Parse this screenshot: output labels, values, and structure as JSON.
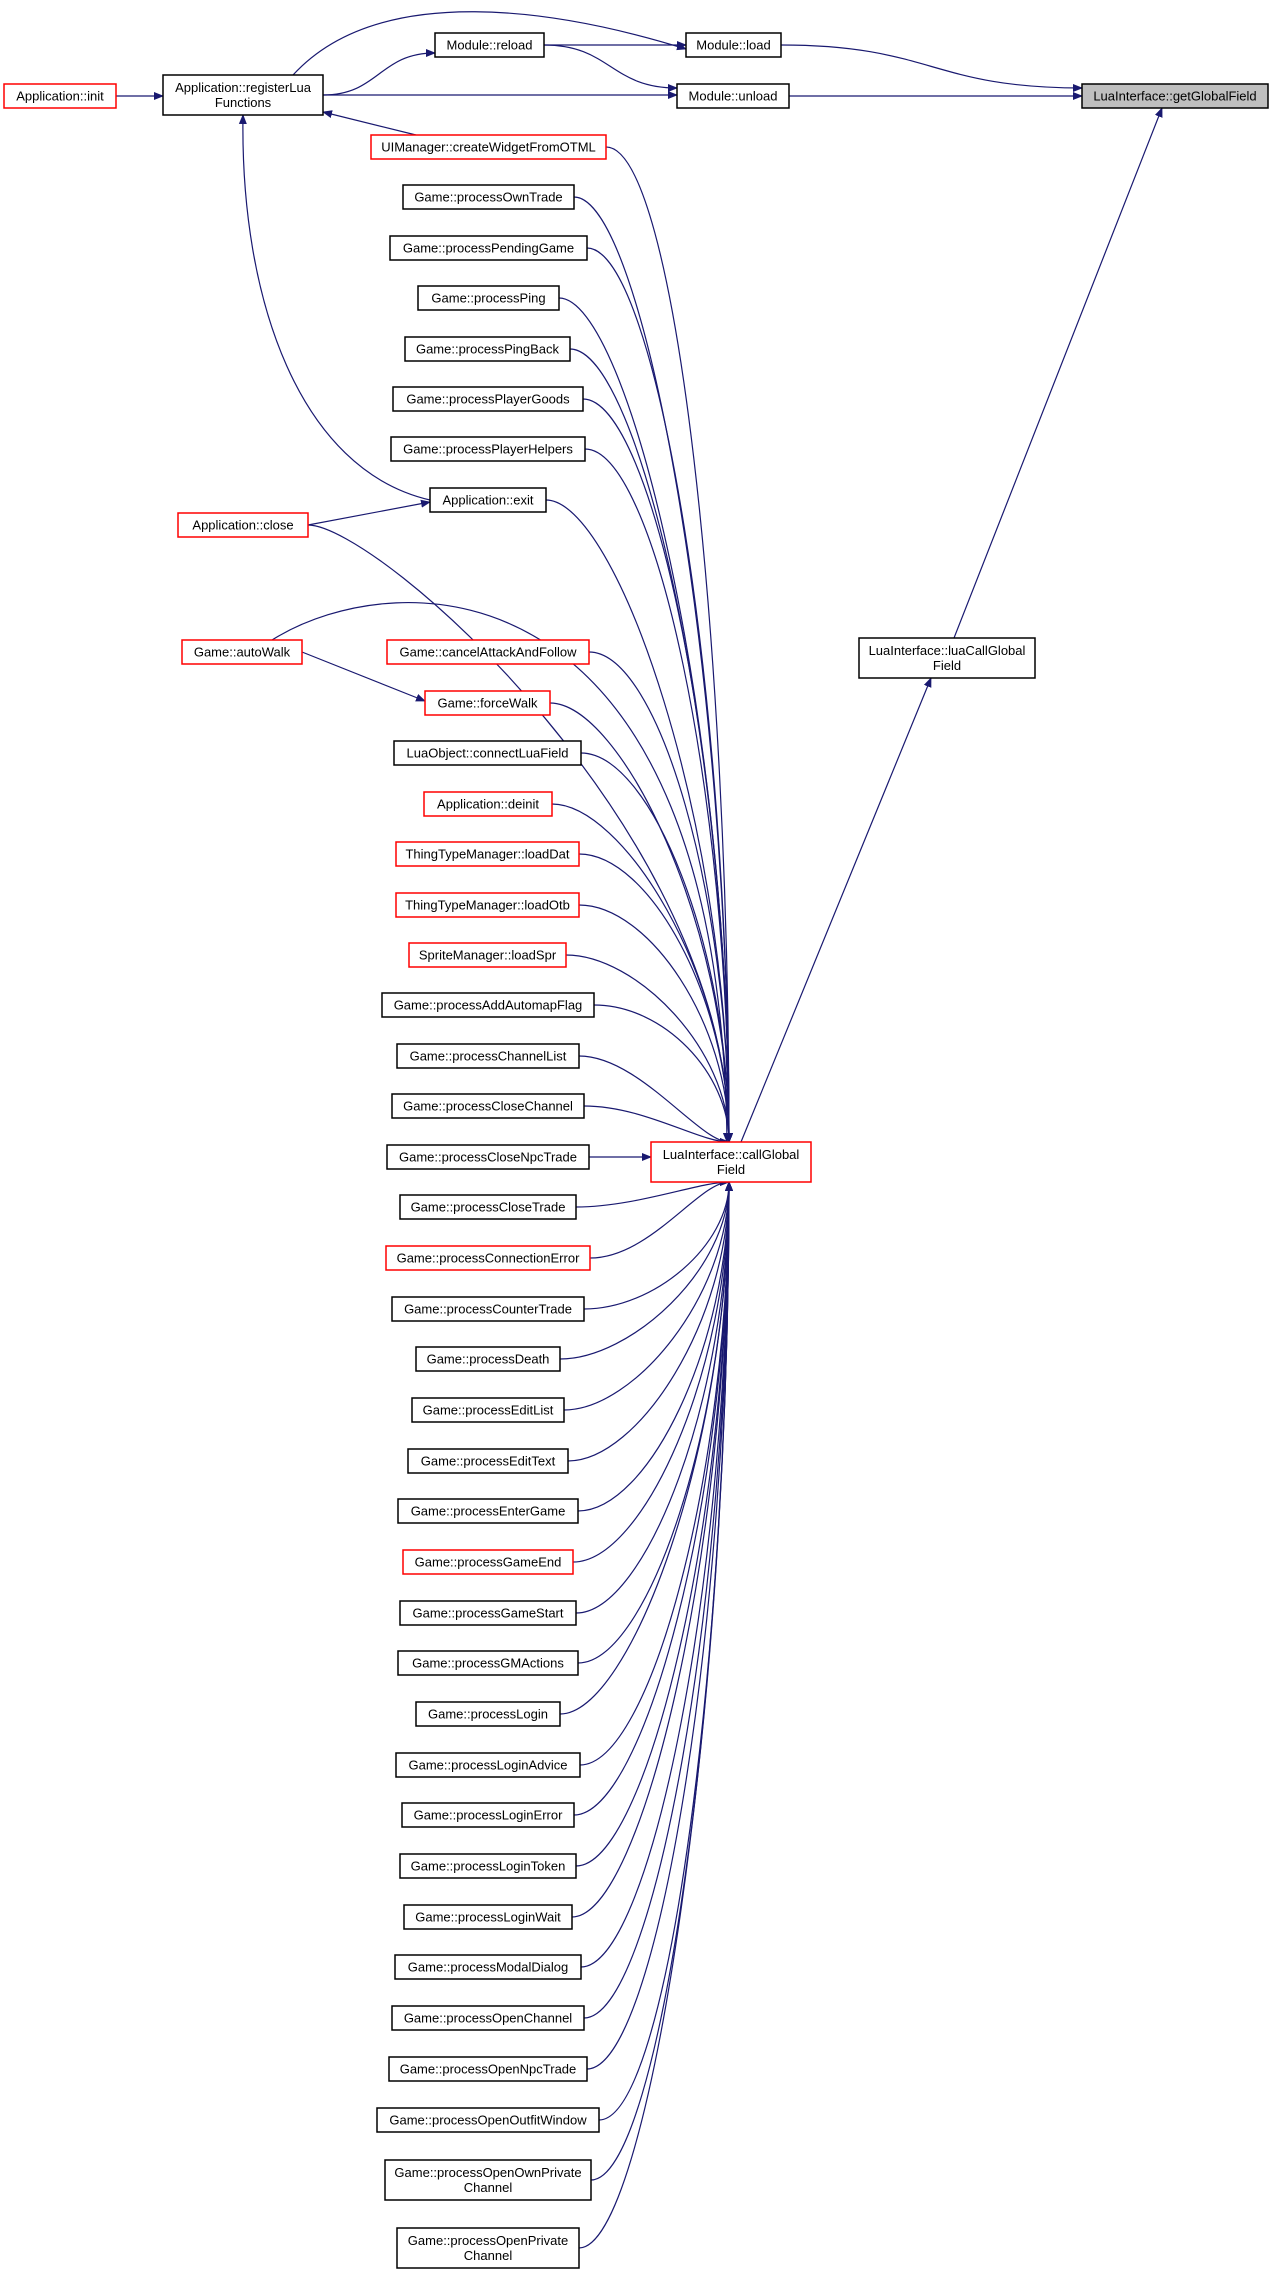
{
  "colors": {
    "edge": "#191970",
    "normal_border": "#000000",
    "truncated_border": "#ff0000",
    "root_fill": "#bfbfbf",
    "fill": "#ffffff"
  },
  "nodes": {
    "getGlobalField": {
      "label": [
        "LuaInterface::getGlobalField"
      ],
      "kind": "root"
    },
    "luaCallGlobal": {
      "label": [
        "LuaInterface::luaCallGlobal",
        "Field"
      ],
      "kind": "normal"
    },
    "callGlobal": {
      "label": [
        "LuaInterface::callGlobal",
        "Field"
      ],
      "kind": "truncated"
    },
    "moduleLoad": {
      "label": [
        "Module::load"
      ],
      "kind": "normal"
    },
    "moduleReload": {
      "label": [
        "Module::reload"
      ],
      "kind": "normal"
    },
    "moduleUnload": {
      "label": [
        "Module::unload"
      ],
      "kind": "normal"
    },
    "appInit": {
      "label": [
        "Application::init"
      ],
      "kind": "truncated"
    },
    "appRegister": {
      "label": [
        "Application::registerLua",
        "Functions"
      ],
      "kind": "normal"
    },
    "uiCreate": {
      "label": [
        "UIManager::createWidgetFromOTML"
      ],
      "kind": "truncated"
    },
    "ownTrade": {
      "label": [
        "Game::processOwnTrade"
      ],
      "kind": "normal"
    },
    "pendingGame": {
      "label": [
        "Game::processPendingGame"
      ],
      "kind": "normal"
    },
    "ping": {
      "label": [
        "Game::processPing"
      ],
      "kind": "normal"
    },
    "pingBack": {
      "label": [
        "Game::processPingBack"
      ],
      "kind": "normal"
    },
    "playerGoods": {
      "label": [
        "Game::processPlayerGoods"
      ],
      "kind": "normal"
    },
    "playerHelpers": {
      "label": [
        "Game::processPlayerHelpers"
      ],
      "kind": "normal"
    },
    "appExit": {
      "label": [
        "Application::exit"
      ],
      "kind": "normal"
    },
    "appClose": {
      "label": [
        "Application::close"
      ],
      "kind": "truncated"
    },
    "autoWalk": {
      "label": [
        "Game::autoWalk"
      ],
      "kind": "truncated"
    },
    "cancelAttack": {
      "label": [
        "Game::cancelAttackAndFollow"
      ],
      "kind": "truncated"
    },
    "forceWalk": {
      "label": [
        "Game::forceWalk"
      ],
      "kind": "truncated"
    },
    "connectLua": {
      "label": [
        "LuaObject::connectLuaField"
      ],
      "kind": "normal"
    },
    "appDeinit": {
      "label": [
        "Application::deinit"
      ],
      "kind": "truncated"
    },
    "loadDat": {
      "label": [
        "ThingTypeManager::loadDat"
      ],
      "kind": "truncated"
    },
    "loadOtb": {
      "label": [
        "ThingTypeManager::loadOtb"
      ],
      "kind": "truncated"
    },
    "loadSpr": {
      "label": [
        "SpriteManager::loadSpr"
      ],
      "kind": "truncated"
    },
    "addAutomap": {
      "label": [
        "Game::processAddAutomapFlag"
      ],
      "kind": "normal"
    },
    "channelList": {
      "label": [
        "Game::processChannelList"
      ],
      "kind": "normal"
    },
    "closeChannel": {
      "label": [
        "Game::processCloseChannel"
      ],
      "kind": "normal"
    },
    "closeNpcTrade": {
      "label": [
        "Game::processCloseNpcTrade"
      ],
      "kind": "normal"
    },
    "closeTrade": {
      "label": [
        "Game::processCloseTrade"
      ],
      "kind": "normal"
    },
    "connError": {
      "label": [
        "Game::processConnectionError"
      ],
      "kind": "truncated"
    },
    "counterTrade": {
      "label": [
        "Game::processCounterTrade"
      ],
      "kind": "normal"
    },
    "death": {
      "label": [
        "Game::processDeath"
      ],
      "kind": "normal"
    },
    "editList": {
      "label": [
        "Game::processEditList"
      ],
      "kind": "normal"
    },
    "editText": {
      "label": [
        "Game::processEditText"
      ],
      "kind": "normal"
    },
    "enterGame": {
      "label": [
        "Game::processEnterGame"
      ],
      "kind": "normal"
    },
    "gameEnd": {
      "label": [
        "Game::processGameEnd"
      ],
      "kind": "truncated"
    },
    "gameStart": {
      "label": [
        "Game::processGameStart"
      ],
      "kind": "normal"
    },
    "gmActions": {
      "label": [
        "Game::processGMActions"
      ],
      "kind": "normal"
    },
    "login": {
      "label": [
        "Game::processLogin"
      ],
      "kind": "normal"
    },
    "loginAdvice": {
      "label": [
        "Game::processLoginAdvice"
      ],
      "kind": "normal"
    },
    "loginError": {
      "label": [
        "Game::processLoginError"
      ],
      "kind": "normal"
    },
    "loginToken": {
      "label": [
        "Game::processLoginToken"
      ],
      "kind": "normal"
    },
    "loginWait": {
      "label": [
        "Game::processLoginWait"
      ],
      "kind": "normal"
    },
    "modalDialog": {
      "label": [
        "Game::processModalDialog"
      ],
      "kind": "normal"
    },
    "openChannel": {
      "label": [
        "Game::processOpenChannel"
      ],
      "kind": "normal"
    },
    "openNpcTrade": {
      "label": [
        "Game::processOpenNpcTrade"
      ],
      "kind": "normal"
    },
    "openOutfit": {
      "label": [
        "Game::processOpenOutfitWindow"
      ],
      "kind": "normal"
    },
    "openOwnPrivate": {
      "label": [
        "Game::processOpenOwnPrivate",
        "Channel"
      ],
      "kind": "normal"
    },
    "openPrivate": {
      "label": [
        "Game::processOpenPrivate",
        "Channel"
      ],
      "kind": "normal"
    }
  },
  "edges": [
    [
      "moduleLoad",
      "getGlobalField"
    ],
    [
      "moduleUnload",
      "getGlobalField"
    ],
    [
      "luaCallGlobal",
      "getGlobalField"
    ],
    [
      "callGlobal",
      "luaCallGlobal"
    ],
    [
      "moduleReload",
      "moduleLoad"
    ],
    [
      "appRegister",
      "moduleLoad"
    ],
    [
      "moduleReload",
      "moduleUnload"
    ],
    [
      "appRegister",
      "moduleUnload"
    ],
    [
      "appRegister",
      "moduleReload"
    ],
    [
      "appInit",
      "appRegister"
    ],
    [
      "uiCreate",
      "appRegister"
    ],
    [
      "appExit",
      "appRegister"
    ],
    [
      "appClose",
      "appExit"
    ],
    [
      "autoWalk",
      "forceWalk"
    ],
    [
      "uiCreate",
      "callGlobal"
    ],
    [
      "ownTrade",
      "callGlobal"
    ],
    [
      "pendingGame",
      "callGlobal"
    ],
    [
      "ping",
      "callGlobal"
    ],
    [
      "pingBack",
      "callGlobal"
    ],
    [
      "playerGoods",
      "callGlobal"
    ],
    [
      "playerHelpers",
      "callGlobal"
    ],
    [
      "appExit",
      "callGlobal"
    ],
    [
      "appClose",
      "callGlobal"
    ],
    [
      "autoWalk",
      "callGlobal"
    ],
    [
      "cancelAttack",
      "callGlobal"
    ],
    [
      "forceWalk",
      "callGlobal"
    ],
    [
      "connectLua",
      "callGlobal"
    ],
    [
      "appDeinit",
      "callGlobal"
    ],
    [
      "loadDat",
      "callGlobal"
    ],
    [
      "loadOtb",
      "callGlobal"
    ],
    [
      "loadSpr",
      "callGlobal"
    ],
    [
      "addAutomap",
      "callGlobal"
    ],
    [
      "channelList",
      "callGlobal"
    ],
    [
      "closeChannel",
      "callGlobal"
    ],
    [
      "closeNpcTrade",
      "callGlobal"
    ],
    [
      "closeTrade",
      "callGlobal"
    ],
    [
      "connError",
      "callGlobal"
    ],
    [
      "counterTrade",
      "callGlobal"
    ],
    [
      "death",
      "callGlobal"
    ],
    [
      "editList",
      "callGlobal"
    ],
    [
      "editText",
      "callGlobal"
    ],
    [
      "enterGame",
      "callGlobal"
    ],
    [
      "gameEnd",
      "callGlobal"
    ],
    [
      "gameStart",
      "callGlobal"
    ],
    [
      "gmActions",
      "callGlobal"
    ],
    [
      "login",
      "callGlobal"
    ],
    [
      "loginAdvice",
      "callGlobal"
    ],
    [
      "loginError",
      "callGlobal"
    ],
    [
      "loginToken",
      "callGlobal"
    ],
    [
      "loginWait",
      "callGlobal"
    ],
    [
      "modalDialog",
      "callGlobal"
    ],
    [
      "openChannel",
      "callGlobal"
    ],
    [
      "openNpcTrade",
      "callGlobal"
    ],
    [
      "openOutfit",
      "callGlobal"
    ],
    [
      "openOwnPrivate",
      "callGlobal"
    ],
    [
      "openPrivate",
      "callGlobal"
    ]
  ]
}
